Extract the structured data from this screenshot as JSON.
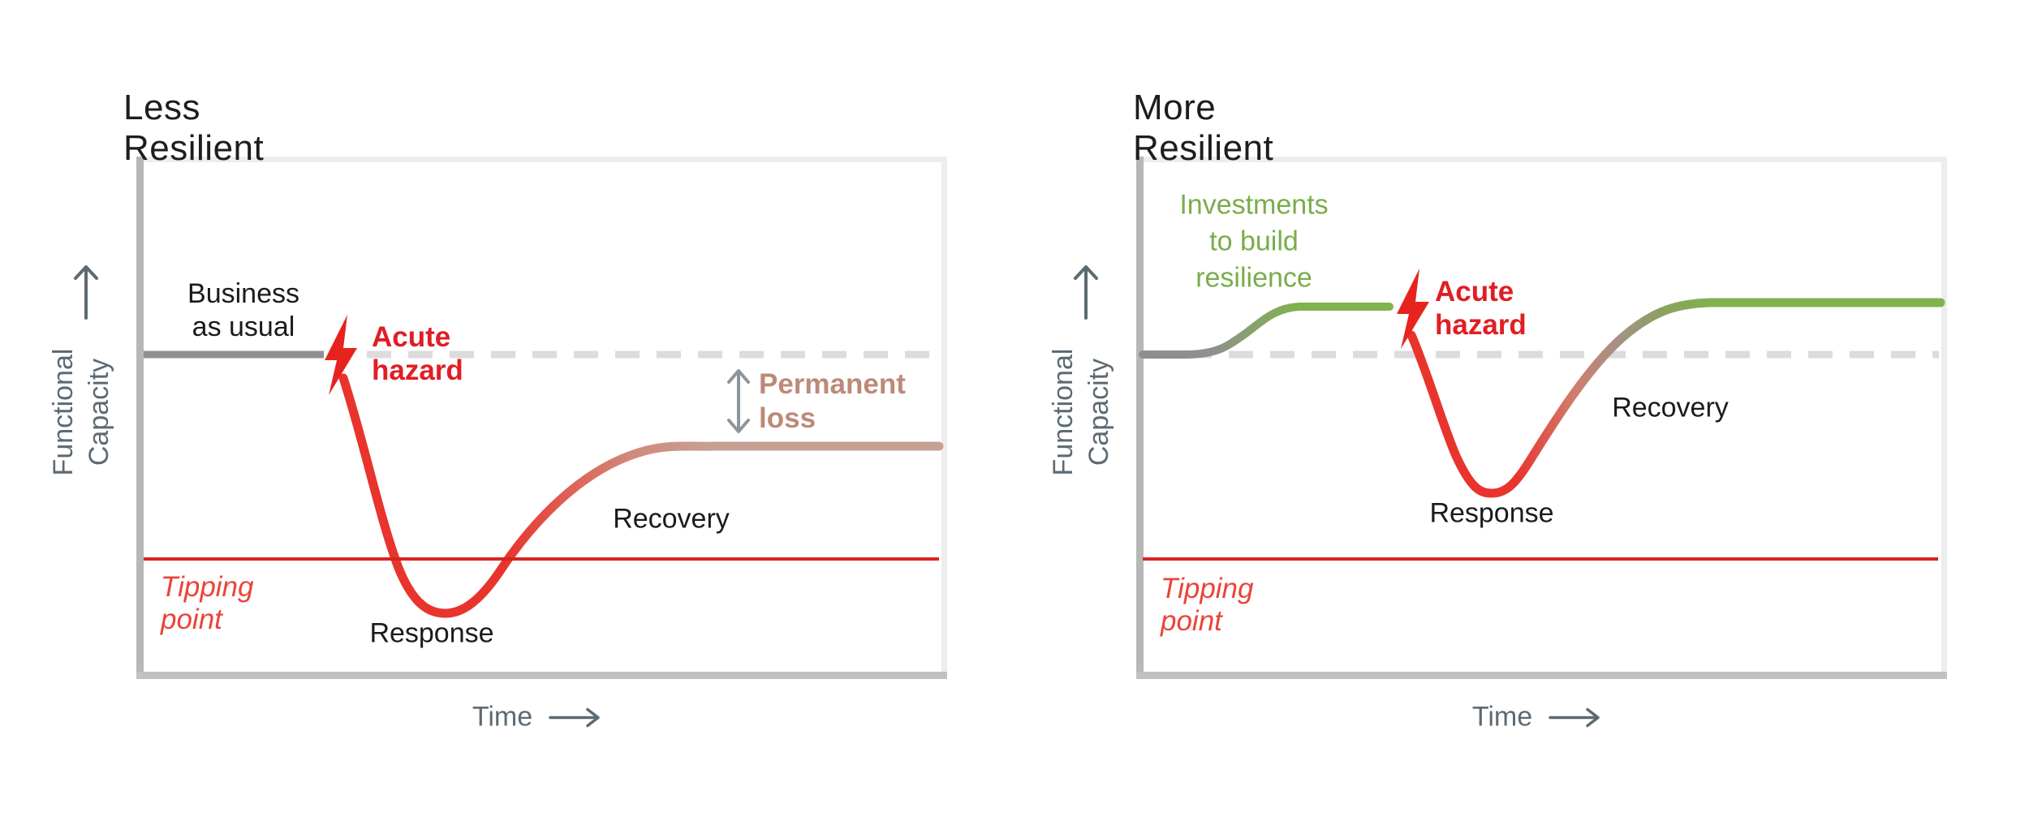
{
  "colors": {
    "title_text": "#1d1d1d",
    "annotation_text": "#1b1b1b",
    "axis_text": "#5c6a72",
    "hazard_red": "#e11d24",
    "curve_red": "#e8342c",
    "tipping_line_red": "#d6251f",
    "tipping_text_red": "#ea4439",
    "recovered_rose": "#c7a095",
    "permanent_loss_text": "#bc8a78",
    "resilience_green": "#80b24e",
    "investments_text_green": "#79ad4a",
    "baseline_gray": "#8f8f8f",
    "dashed_gray": "#dcdcdc",
    "frame_light_gray": "#ededed",
    "frame_dark_gray": "#b7b7b7",
    "double_arrow_gray": "#8b959c"
  },
  "panels": [
    {
      "title": "Less Resilient",
      "y_axis_label": "Functional\nCapacity",
      "x_axis_label": "Time",
      "business_as_usual": "Business\nas usual",
      "acute_hazard": "Acute\nhazard",
      "permanent_loss": "Permanent\nloss",
      "response": "Response",
      "recovery": "Recovery",
      "tipping_point": "Tipping point"
    },
    {
      "title": "More Resilient",
      "y_axis_label": "Functional\nCapacity",
      "x_axis_label": "Time",
      "investments": "Investments\nto build\nresilience",
      "acute_hazard": "Acute\nhazard",
      "response": "Response",
      "recovery": "Recovery",
      "tipping_point": "Tipping point"
    }
  ],
  "chart_data": [
    {
      "type": "line",
      "title": "Less Resilient",
      "xlabel": "Time",
      "ylabel": "Functional Capacity",
      "x_range": [
        0,
        100
      ],
      "y_range": [
        0,
        100
      ],
      "grid": false,
      "legend": "none",
      "series": [
        {
          "name": "Business as usual",
          "color": "#8f8f8f",
          "points": [
            [
              0,
              62
            ],
            [
              23,
              62
            ]
          ]
        },
        {
          "name": "Pre-hazard baseline (dashed)",
          "color": "#dcdcdc",
          "style": "dashed",
          "points": [
            [
              28,
              62
            ],
            [
              100,
              62
            ]
          ]
        },
        {
          "name": "Response and recovery",
          "color_gradient": [
            "#e8342c",
            "#c7a095"
          ],
          "points": [
            [
              25,
              58
            ],
            [
              30,
              32
            ],
            [
              38,
              11
            ],
            [
              45,
              20
            ],
            [
              54,
              33
            ],
            [
              63,
              41
            ],
            [
              72,
              44
            ],
            [
              100,
              44
            ]
          ]
        },
        {
          "name": "Tipping point",
          "color": "#d6251f",
          "points": [
            [
              0,
              22
            ],
            [
              100,
              22
            ]
          ]
        }
      ],
      "annotations": [
        "Business as usual",
        "Acute hazard",
        "Permanent loss",
        "Recovery",
        "Response",
        "Tipping point"
      ]
    },
    {
      "type": "line",
      "title": "More Resilient",
      "xlabel": "Time",
      "ylabel": "Functional Capacity",
      "x_range": [
        0,
        100
      ],
      "y_range": [
        0,
        100
      ],
      "grid": false,
      "legend": "none",
      "series": [
        {
          "name": "Baseline rising with investments",
          "color_gradient": [
            "#8f8f8f",
            "#80b24e"
          ],
          "points": [
            [
              0,
              62
            ],
            [
              6,
              62
            ],
            [
              13,
              67
            ],
            [
              20,
              72
            ],
            [
              31,
              72
            ]
          ]
        },
        {
          "name": "Pre-hazard baseline (dashed)",
          "color": "#dcdcdc",
          "style": "dashed",
          "points": [
            [
              0,
              62
            ],
            [
              100,
              62
            ]
          ]
        },
        {
          "name": "Response and recovery",
          "color_gradient": [
            "#e8342c",
            "#80b24e"
          ],
          "points": [
            [
              34,
              66
            ],
            [
              39,
              48
            ],
            [
              44,
              35
            ],
            [
              50,
              44
            ],
            [
              59,
              62
            ],
            [
              66,
              69
            ],
            [
              71,
              72
            ],
            [
              100,
              72
            ]
          ]
        },
        {
          "name": "Tipping point",
          "color": "#d6251f",
          "points": [
            [
              0,
              22
            ],
            [
              100,
              22
            ]
          ]
        }
      ],
      "annotations": [
        "Investments to build resilience",
        "Acute hazard",
        "Recovery",
        "Response",
        "Tipping point"
      ]
    }
  ]
}
